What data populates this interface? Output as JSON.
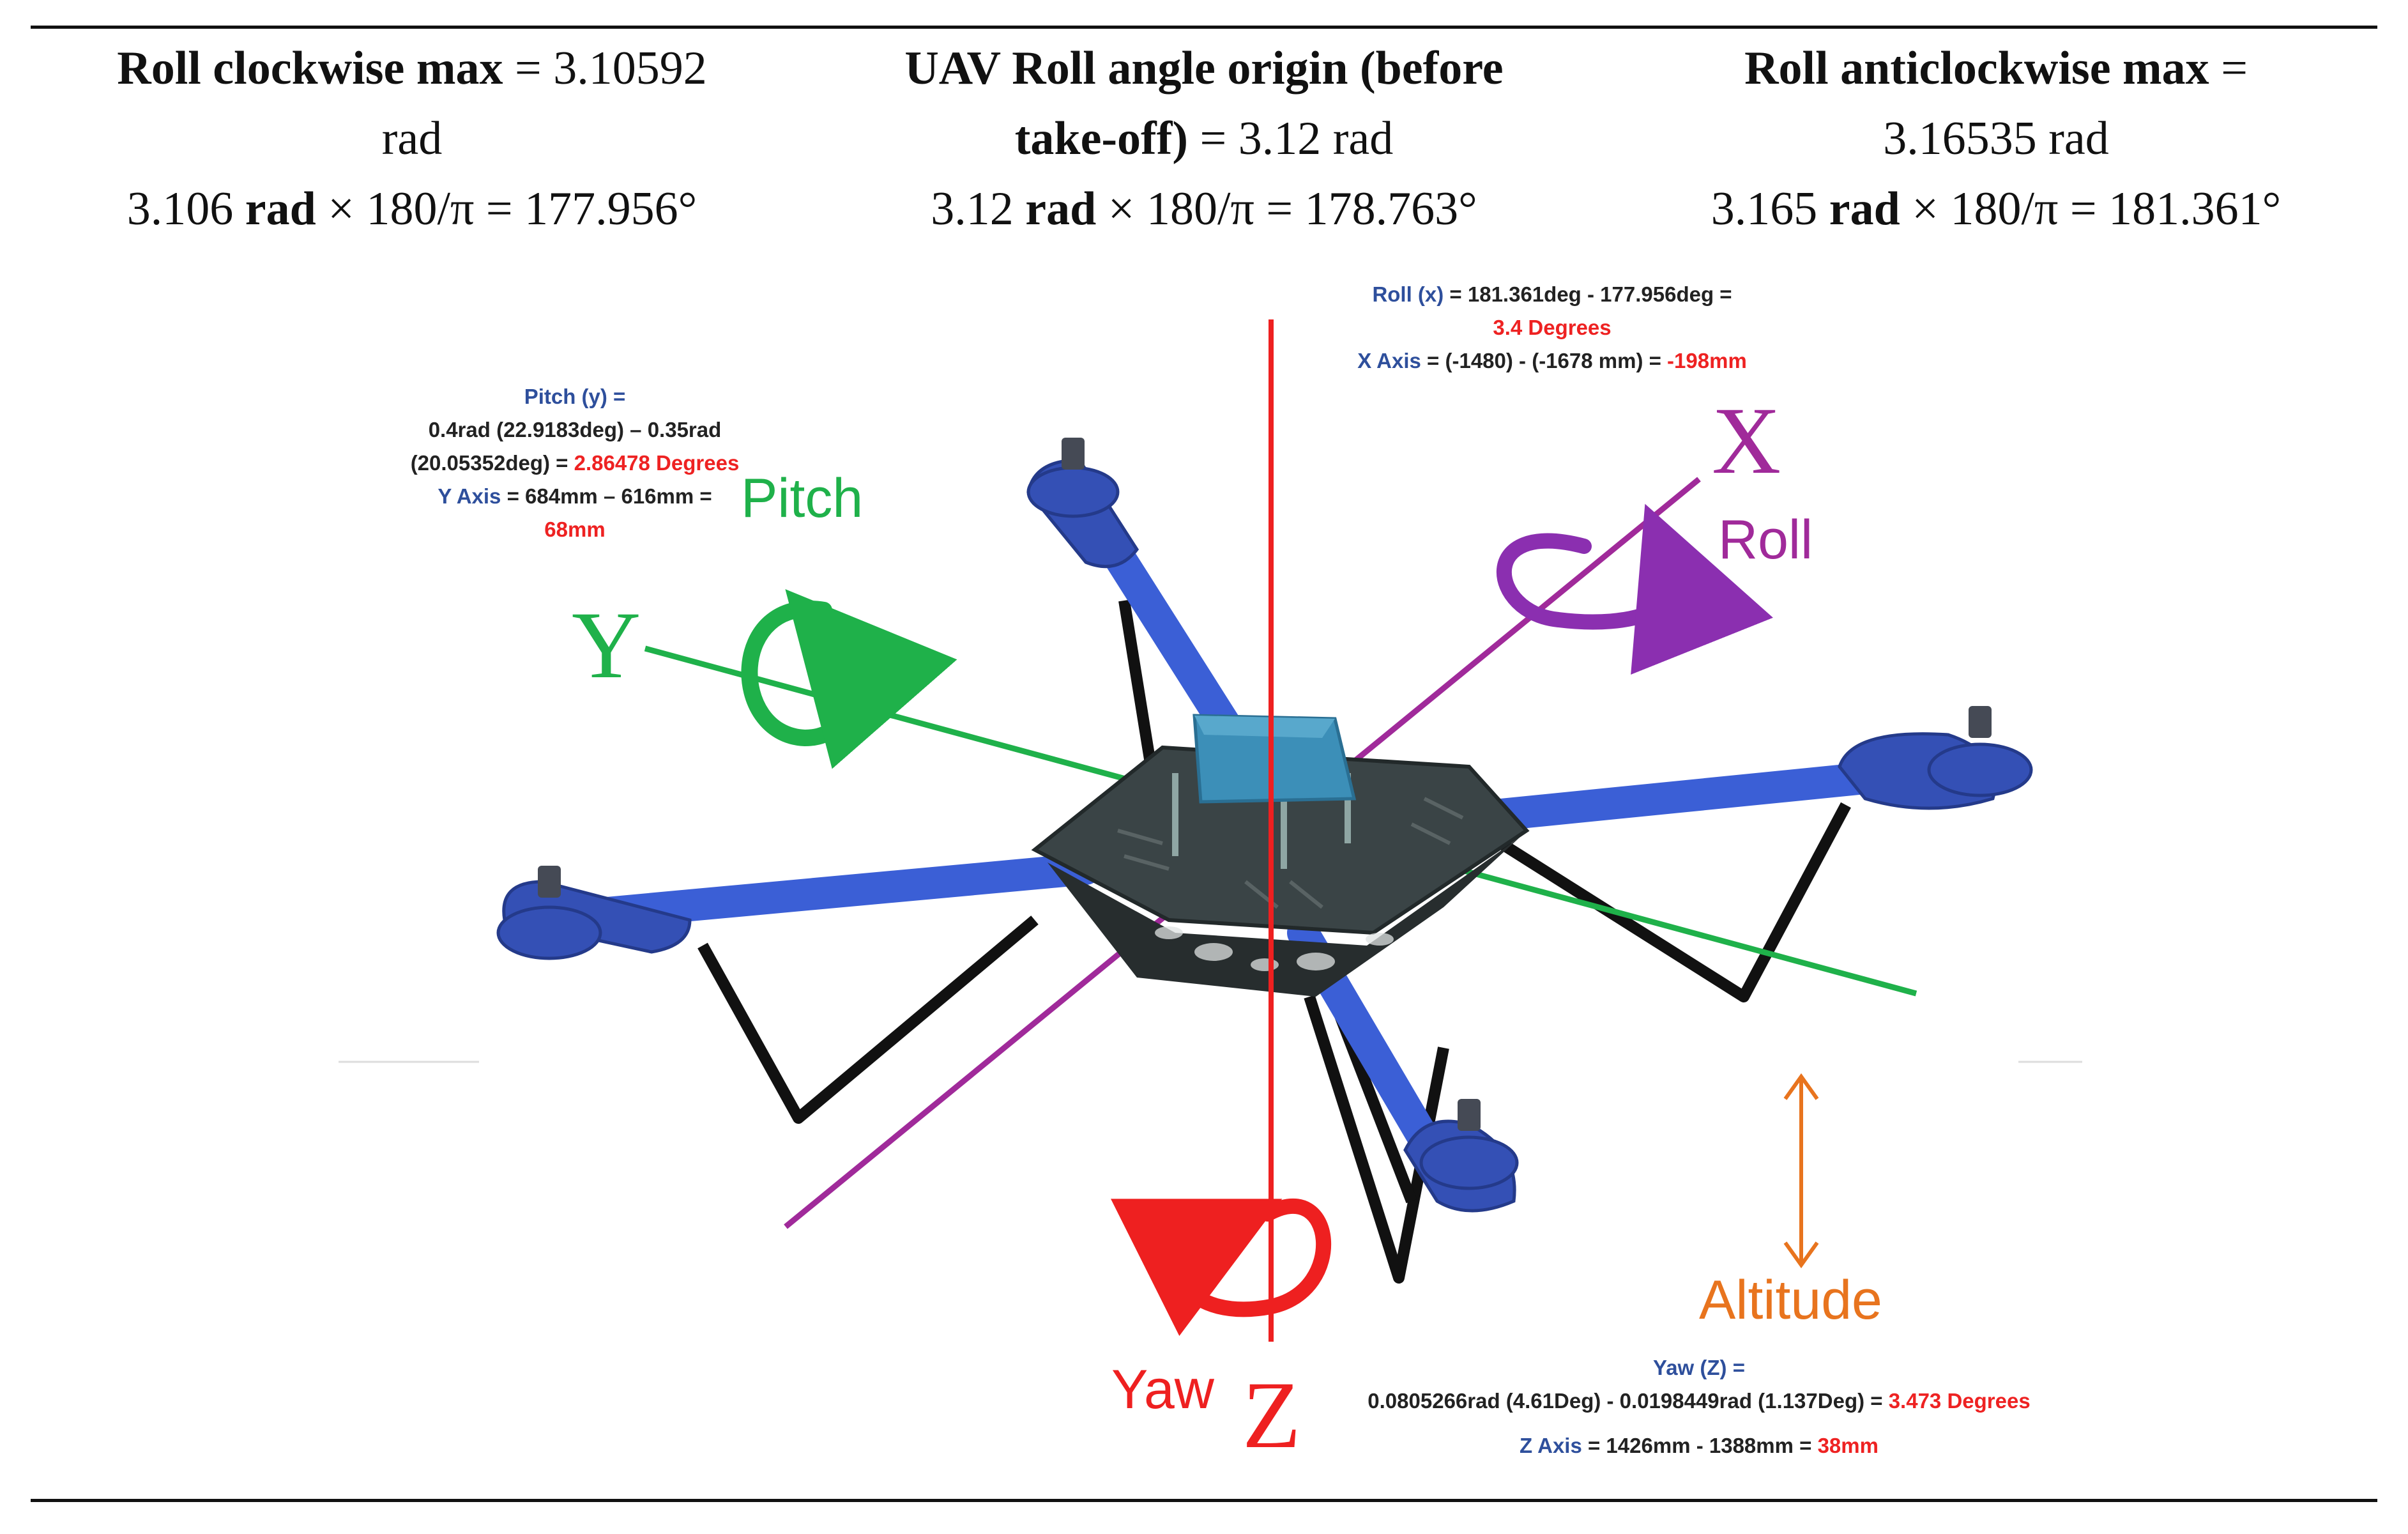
{
  "header": {
    "col1": {
      "line1_bold": "Roll clockwise max",
      "line1_rest": " = 3.10592",
      "line2": "rad",
      "line3_a": "3.106 ",
      "line3_b": "rad",
      "line3_c": " × 180/π = 177.956°"
    },
    "col2": {
      "line1_bold": "UAV Roll angle origin (before",
      "line2_bold": "take-off)",
      "line2_rest": " = 3.12 rad",
      "line3_a": "3.12 ",
      "line3_b": "rad",
      "line3_c": " × 180/π = 178.763°"
    },
    "col3": {
      "line1_bold": "Roll anticlockwise max",
      "line1_rest": " =",
      "line2": "3.16535 rad",
      "line3_a": "3.165 ",
      "line3_b": "rad",
      "line3_c": " × 180/π = 181.361°"
    }
  },
  "pitch_note": {
    "l1": "Pitch (y) =",
    "l2": "0.4rad (22.9183deg) – 0.35rad",
    "l3a": "(20.05352deg) = ",
    "l3b": "2.86478 Degrees",
    "l4a": "Y Axis",
    "l4b": " = 684mm – 616mm =",
    "l5": "68mm"
  },
  "roll_note": {
    "l1a": "Roll (x)",
    "l1b": " = 181.361deg - 177.956deg =",
    "l2": "3.4 Degrees",
    "l3a": "X Axis",
    "l3b": " = (-1480) - (-1678 mm) = ",
    "l3c": "-198mm"
  },
  "yaw_note": {
    "l1": "Yaw (Z) =",
    "l2a": "0.0805266rad (4.61Deg) - 0.0198449rad (1.137Deg) = ",
    "l2b": "3.473 Degrees",
    "l3a": "Z Axis",
    "l3b": " = 1426mm - 1388mm = ",
    "l3c": "38mm"
  },
  "labels": {
    "axis_x": "X",
    "axis_y": "Y",
    "axis_z": "Z",
    "pitch": "Pitch",
    "roll": "Roll",
    "yaw": "Yaw",
    "altitude": "Altitude"
  },
  "colors": {
    "pitch": "#1fb14a",
    "roll": "#a02a9a",
    "yaw": "#ee2020",
    "altitude": "#e8741e",
    "note_blue": "#2e4f9c",
    "arm_blue": "#3b5fd6",
    "frame": "#3a4446"
  }
}
